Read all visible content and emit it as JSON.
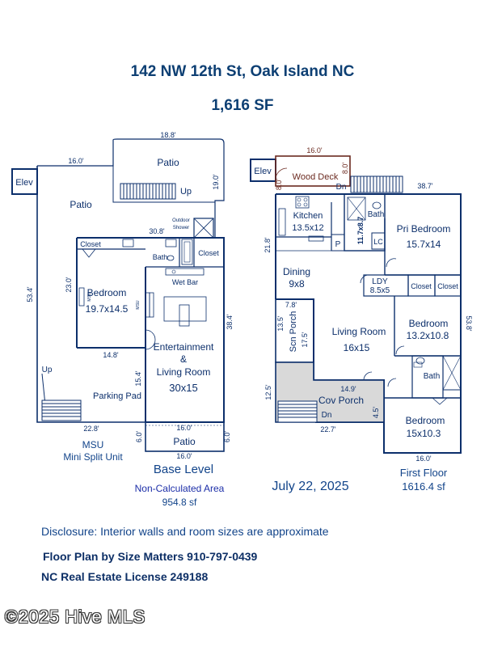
{
  "header": {
    "address": "142 NW 12th St, Oak Island NC",
    "total_sf": "1,616 SF"
  },
  "base_level": {
    "title": "Base Level",
    "area_note": "Non-Calculated Area",
    "area_value": "954.8 sf",
    "msu_note": "MSU",
    "msu_desc": "Mini Split Unit",
    "rooms": {
      "patio_top": "Patio",
      "patio_left": "Patio",
      "outdoor_shower": "Outdoor",
      "outdoor_shower2": "Shower",
      "closet_left": "Closet",
      "bath": "Bath",
      "closet_right": "Closet",
      "wet_bar": "Wet Bar",
      "bedroom": "Bedroom",
      "bedroom_size": "19.7x14.5",
      "ent1": "Entertainment",
      "ent2": "&",
      "ent3": "Living Room",
      "ent_size": "30x15",
      "parking": "Parking Pad",
      "patio_bottom": "Patio",
      "elev": "Elev",
      "up1": "Up",
      "up2": "Up",
      "msu1": "MSU",
      "msu2": "MSU"
    },
    "dims": {
      "d18_8": "18.8'",
      "d16_0_top": "16.0'",
      "d19_0": "19.0'",
      "d30_8": "30.8'",
      "d23_0": "23.0'",
      "d53_4": "53.4'",
      "d38_4": "38.4'",
      "d14_8": "14.8'",
      "d15_4": "15.4'",
      "d22_8": "22.8'",
      "d16_0_mid": "16.0'",
      "d6_0_l": "6.0'",
      "d6_0_r": "6.0'",
      "d16_0_bot": "16.0'"
    }
  },
  "first_floor": {
    "title": "First Floor",
    "area_value": "1616.4 sf",
    "rooms": {
      "elev": "Elev",
      "wood_deck": "Wood Deck",
      "dn1": "Dn",
      "kitchen": "Kitchen",
      "kitchen_size": "13.5x12",
      "pantry": "P",
      "bath_pri": "Bath",
      "pri_bedroom": "Pri Bedroom",
      "pri_size": "15.7x14",
      "lc": "LC",
      "dining": "Dining",
      "dining_size": "9x8",
      "ldy": "LDY",
      "ldy_size": "8.5x5",
      "closet1": "Closet",
      "closet2": "Closet",
      "scn_porch": "Scn Porch",
      "living": "Living Room",
      "living_size": "16x15",
      "bedroom2": "Bedroom",
      "bedroom2_size": "13.2x10.8",
      "bath2": "Bath",
      "cov_porch": "Cov Porch",
      "dn2": "Dn",
      "bedroom3": "Bedroom",
      "bedroom3_size": "15x10.3"
    },
    "dims": {
      "d16_0_top": "16.0'",
      "d8_0_l": "8.0'",
      "d8_0_r": "8.0'",
      "d38_7": "38.7'",
      "d11_7x8_7": "11.7x8.7",
      "d21_8": "21.8'",
      "d7_8": "7.8'",
      "d13_5": "13.5'",
      "d17_5": "17.5'",
      "d53_8": "53.8'",
      "d12_5": "12.5'",
      "d14_9": "14.9'",
      "d4_5": "4.5'",
      "d22_7": "22.7'",
      "d16_0_bot": "16.0'"
    }
  },
  "date": "July 22, 2025",
  "disclosure": "Disclosure: Interior walls and room sizes are approximate",
  "credit_line1": "Floor Plan by Size Matters 910-797-0439",
  "credit_line2": "NC Real Estate License 249188",
  "watermark": "©2025 Hive MLS"
}
